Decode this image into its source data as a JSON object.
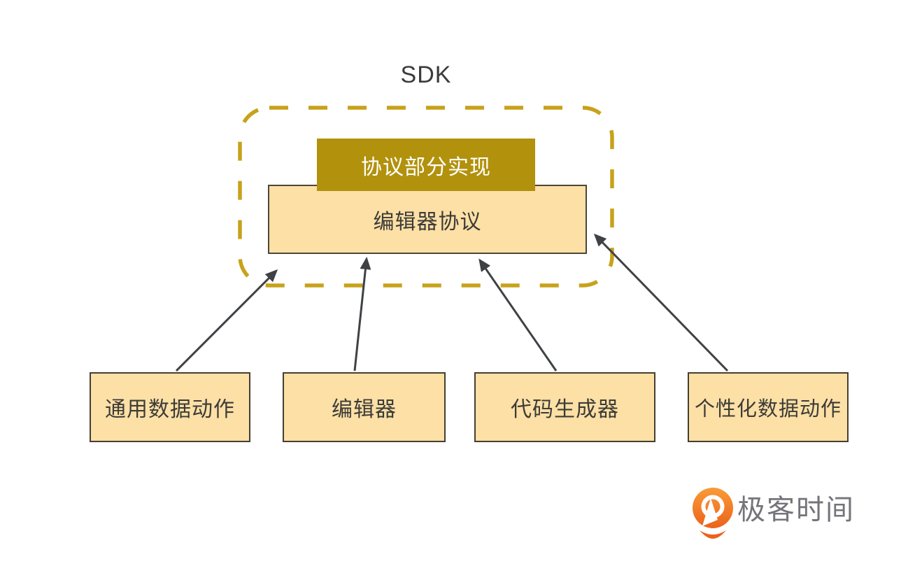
{
  "title": "SDK",
  "sdk_container": {
    "protocol_impl_label": "协议部分实现",
    "editor_protocol_label": "编辑器协议"
  },
  "modules": [
    {
      "label": "通用数据动作"
    },
    {
      "label": "编辑器"
    },
    {
      "label": "代码生成器"
    },
    {
      "label": "个性化数据动作"
    }
  ],
  "logo": {
    "text": "极客时间"
  },
  "colors": {
    "dashed_border": "#c7a21a",
    "protocol_impl_fill": "#b2910d",
    "protocol_impl_text": "#ffffff",
    "box_fill": "#fce0a6",
    "box_border": "#4c4637",
    "arrow": "#3f4245",
    "title_text": "#3b3b3d",
    "logo_orange": "#f07524",
    "logo_text": "#74747a"
  }
}
